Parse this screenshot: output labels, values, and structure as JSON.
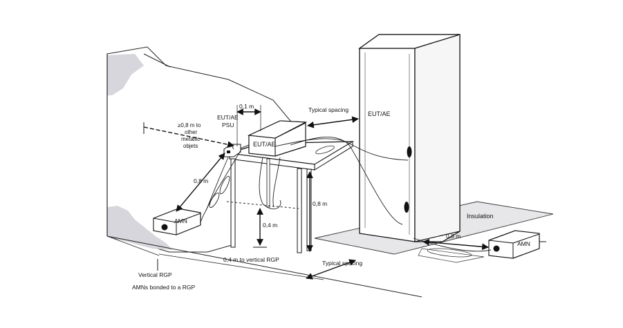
{
  "colors": {
    "ink": "#111111",
    "wall_shading": "#d6d6dc",
    "paper": "#ffffff"
  },
  "labels": {
    "spacing_0_1": "0,1 m",
    "typical_spacing_top": "Typical spacing",
    "eut_ae_cabinet": "EUT/AE",
    "distance_other_line1": "≥0,8 m to",
    "distance_other_line2": "other",
    "distance_other_line3": "metallic",
    "distance_other_line4": "objets",
    "eut_ae_psu_line1": "EUT/AE",
    "eut_ae_psu_line2": "PSU",
    "eut_ae_box": "EUT/AE",
    "spacing_0_8_left": "0,8 m",
    "amn_left": "AMN",
    "height_0_8": "0,8 m",
    "height_0_4": "0,4 m",
    "to_vertical_rgp": "0,4 m to vertical RGP",
    "insulation": "Insulation",
    "spacing_0_8_right": "0,8 m",
    "amn_right": "AMN",
    "typical_spacing_bottom": "Typical spacing",
    "vertical_rgp": "Vertical RGP",
    "amns_bonded": "AMNs bonded to a RGP"
  }
}
